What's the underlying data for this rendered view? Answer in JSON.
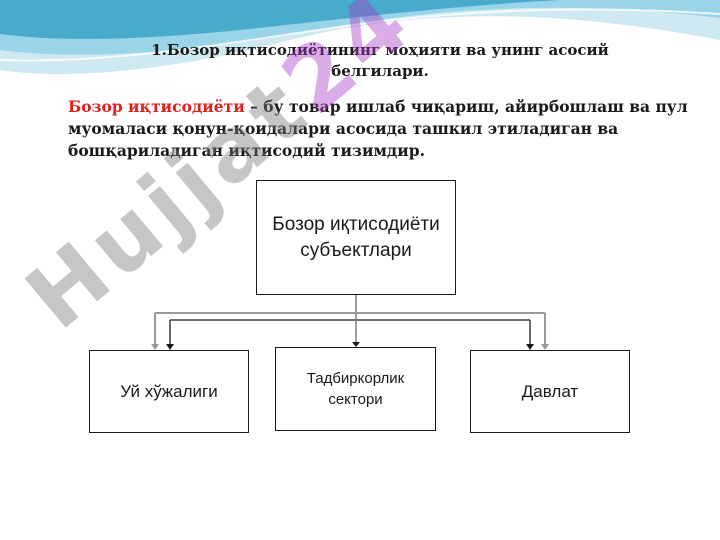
{
  "title": "1.Бозор иқтисодиётининг  моҳияти ва унинг асосий белгилари.",
  "definition": {
    "term": "Бозор иқтисодиёти",
    "dash": " – ",
    "text": "бу товар ишлаб чиқариш, айирбошлаш ва пул муомаласи қонун-қоидалари асосида ташкил этиладиган ва бошқариладиган иқтисодий тизимдир."
  },
  "diagram": {
    "root": "Бозор иқтисодиёти субъектлари",
    "children": [
      "Уй хўжалиги",
      "Тадбиркорлик сектори",
      "Давлат"
    ]
  },
  "watermark": {
    "main": "Hujjat",
    "suffix": "24"
  },
  "colors": {
    "term": "#e0201b",
    "wave_light": "#cfe9f3",
    "wave_mid": "#8fd0e6",
    "wave_dark": "#3fa6c9"
  }
}
